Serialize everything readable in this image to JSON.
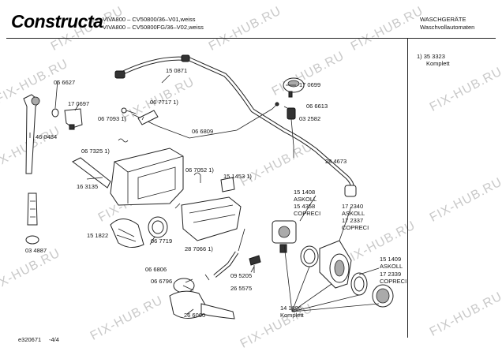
{
  "header": {
    "brand": "Constructa",
    "model_line_1": "VIVA800 – CV50800/36–V01,weiss",
    "model_line_2": "VIVA800 – CV50800FG/36–V02,weiss",
    "category": "WASCHGERÄTE",
    "subcategory": "Waschvollautomaten"
  },
  "side_note": {
    "line_1": "1)  35 3323",
    "line_2": "Komplett"
  },
  "watermark": "FIX-HUB.RU",
  "footer": {
    "doc_id": "e320671",
    "page": "-4/4"
  },
  "labels": {
    "l_150871": "15 0871",
    "l_066627": "06 6627",
    "l_170697": "17 0697",
    "l_067717": "06 7717 1)",
    "l_170699": "17 0699",
    "l_066613": "06 6613",
    "l_032582": "03 2582",
    "l_067093": "06 7093 1)",
    "l_460484": "46 0484",
    "l_066809": "06 6809",
    "l_067325": "06 7325 1)",
    "l_284673": "28 4673",
    "l_067052": "06 7052 1)",
    "l_151453": "15 1453 1)",
    "l_163135": "16 3135",
    "l_151408": "15 1408",
    "l_askoll_1": "ASKOLL",
    "l_154358": "15 4358",
    "l_coprec_1": "COPRECI",
    "l_172340": "17 2340",
    "l_askoll_2": "ASKOLL",
    "l_172337": "17 2337",
    "l_coprec_2": "COPRECI",
    "l_151822": "15 1822",
    "l_067719": "06 7719",
    "l_034887": "03 4887",
    "l_287066": "28 7066 1)",
    "l_151409": "15 1409",
    "l_askoll_3": "ASKOLL",
    "l_172339": "17 2339",
    "l_coprec_3": "COPRECI",
    "l_066806": "06 6806",
    "l_095205": "09 5205",
    "l_066796": "06 6796",
    "l_265575": "26 5575",
    "l_141896": "14 1896",
    "l_komplett": "Komplett",
    "l_266060": "26 6060"
  }
}
